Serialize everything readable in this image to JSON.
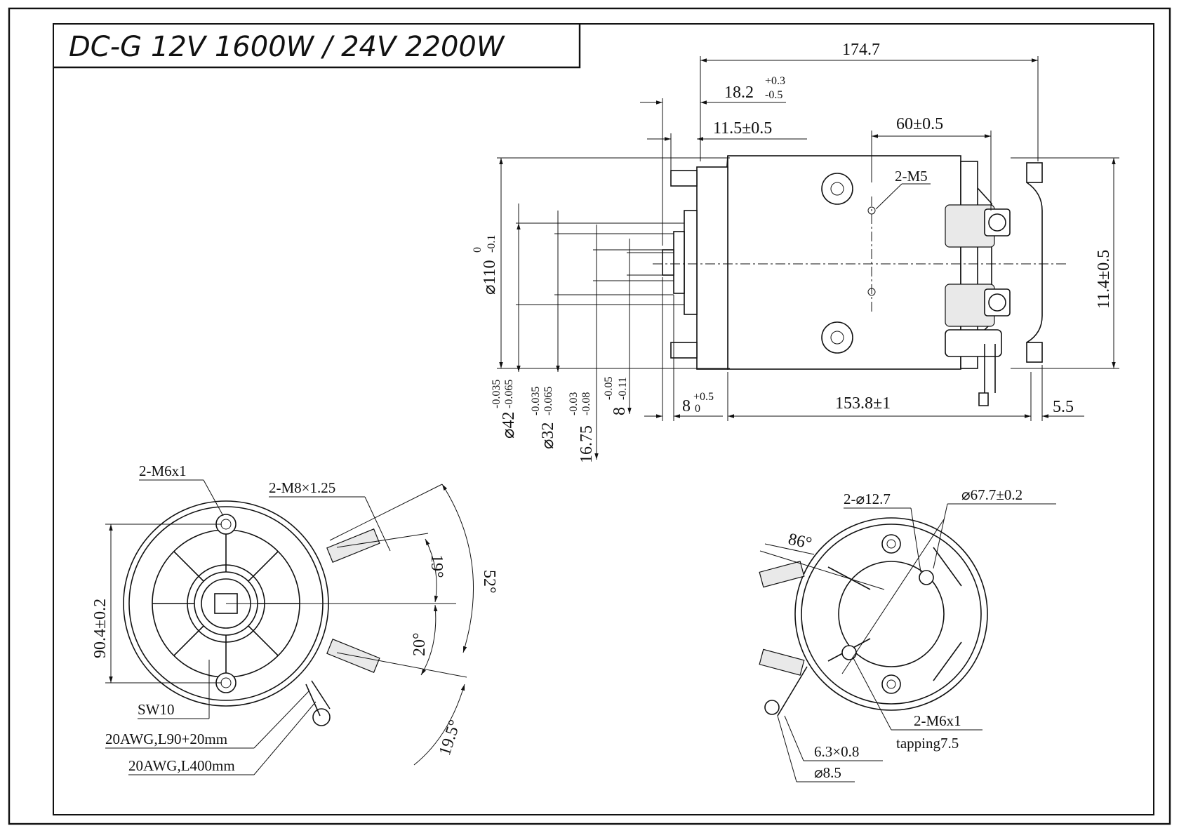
{
  "title": "DC-G 12V 1600W / 24V 2200W",
  "side_view": {
    "overall_length": "174.7",
    "flange_offset": "18.2",
    "flange_offset_tol_upper": "+0.3",
    "flange_offset_tol_lower": "-0.5",
    "stud_offset": "11.5±0.5",
    "terminal_spacing": "60±0.5",
    "thread_label": "2-M5",
    "body_diameter": "⌀110",
    "body_diameter_tol_upper": "0",
    "body_diameter_tol_lower": "-0.1",
    "terminal_height": "11.4±0.5",
    "pilot_diameter": "⌀42",
    "pilot_diameter_tol_upper": "-0.035",
    "pilot_diameter_tol_lower": "-0.065",
    "shaft_diameter": "⌀32",
    "shaft_diameter_tol_upper": "-0.035",
    "shaft_diameter_tol_lower": "-0.065",
    "flat_width": "16.75",
    "flat_width_tol_upper": "-0.03",
    "flat_width_tol_lower": "-0.08",
    "key_width": "8",
    "key_width_tol_upper": "-0.05",
    "key_width_tol_lower": "-0.11",
    "shaft_length": "8",
    "shaft_length_tol_upper": "+0.5",
    "shaft_length_tol_lower": "0",
    "body_length": "153.8±1",
    "end_length": "5.5"
  },
  "front_view": {
    "mount_thread": "2-M6x1",
    "terminal_thread": "2-M8×1.25",
    "mount_spacing": "90.4±0.2",
    "washer": "SW10",
    "wire_short": "20AWG,L90+20mm",
    "wire_long": "20AWG,L400mm",
    "angle_upper": "19°",
    "angle_total": "52°",
    "angle_lower": "20°",
    "angle_wire": "19.5°"
  },
  "rear_view": {
    "hole_label": "2-⌀12.7",
    "bolt_circle": "⌀67.7±0.2",
    "angle": "86°",
    "thread_label": "2-M6x1",
    "tapping": "tapping7.5",
    "terminal_size": "6.3×0.8",
    "ring_size": "⌀8.5"
  },
  "icons": {
    "side": "motor-side-view-icon",
    "front": "motor-front-view-icon",
    "rear": "motor-rear-view-icon"
  }
}
